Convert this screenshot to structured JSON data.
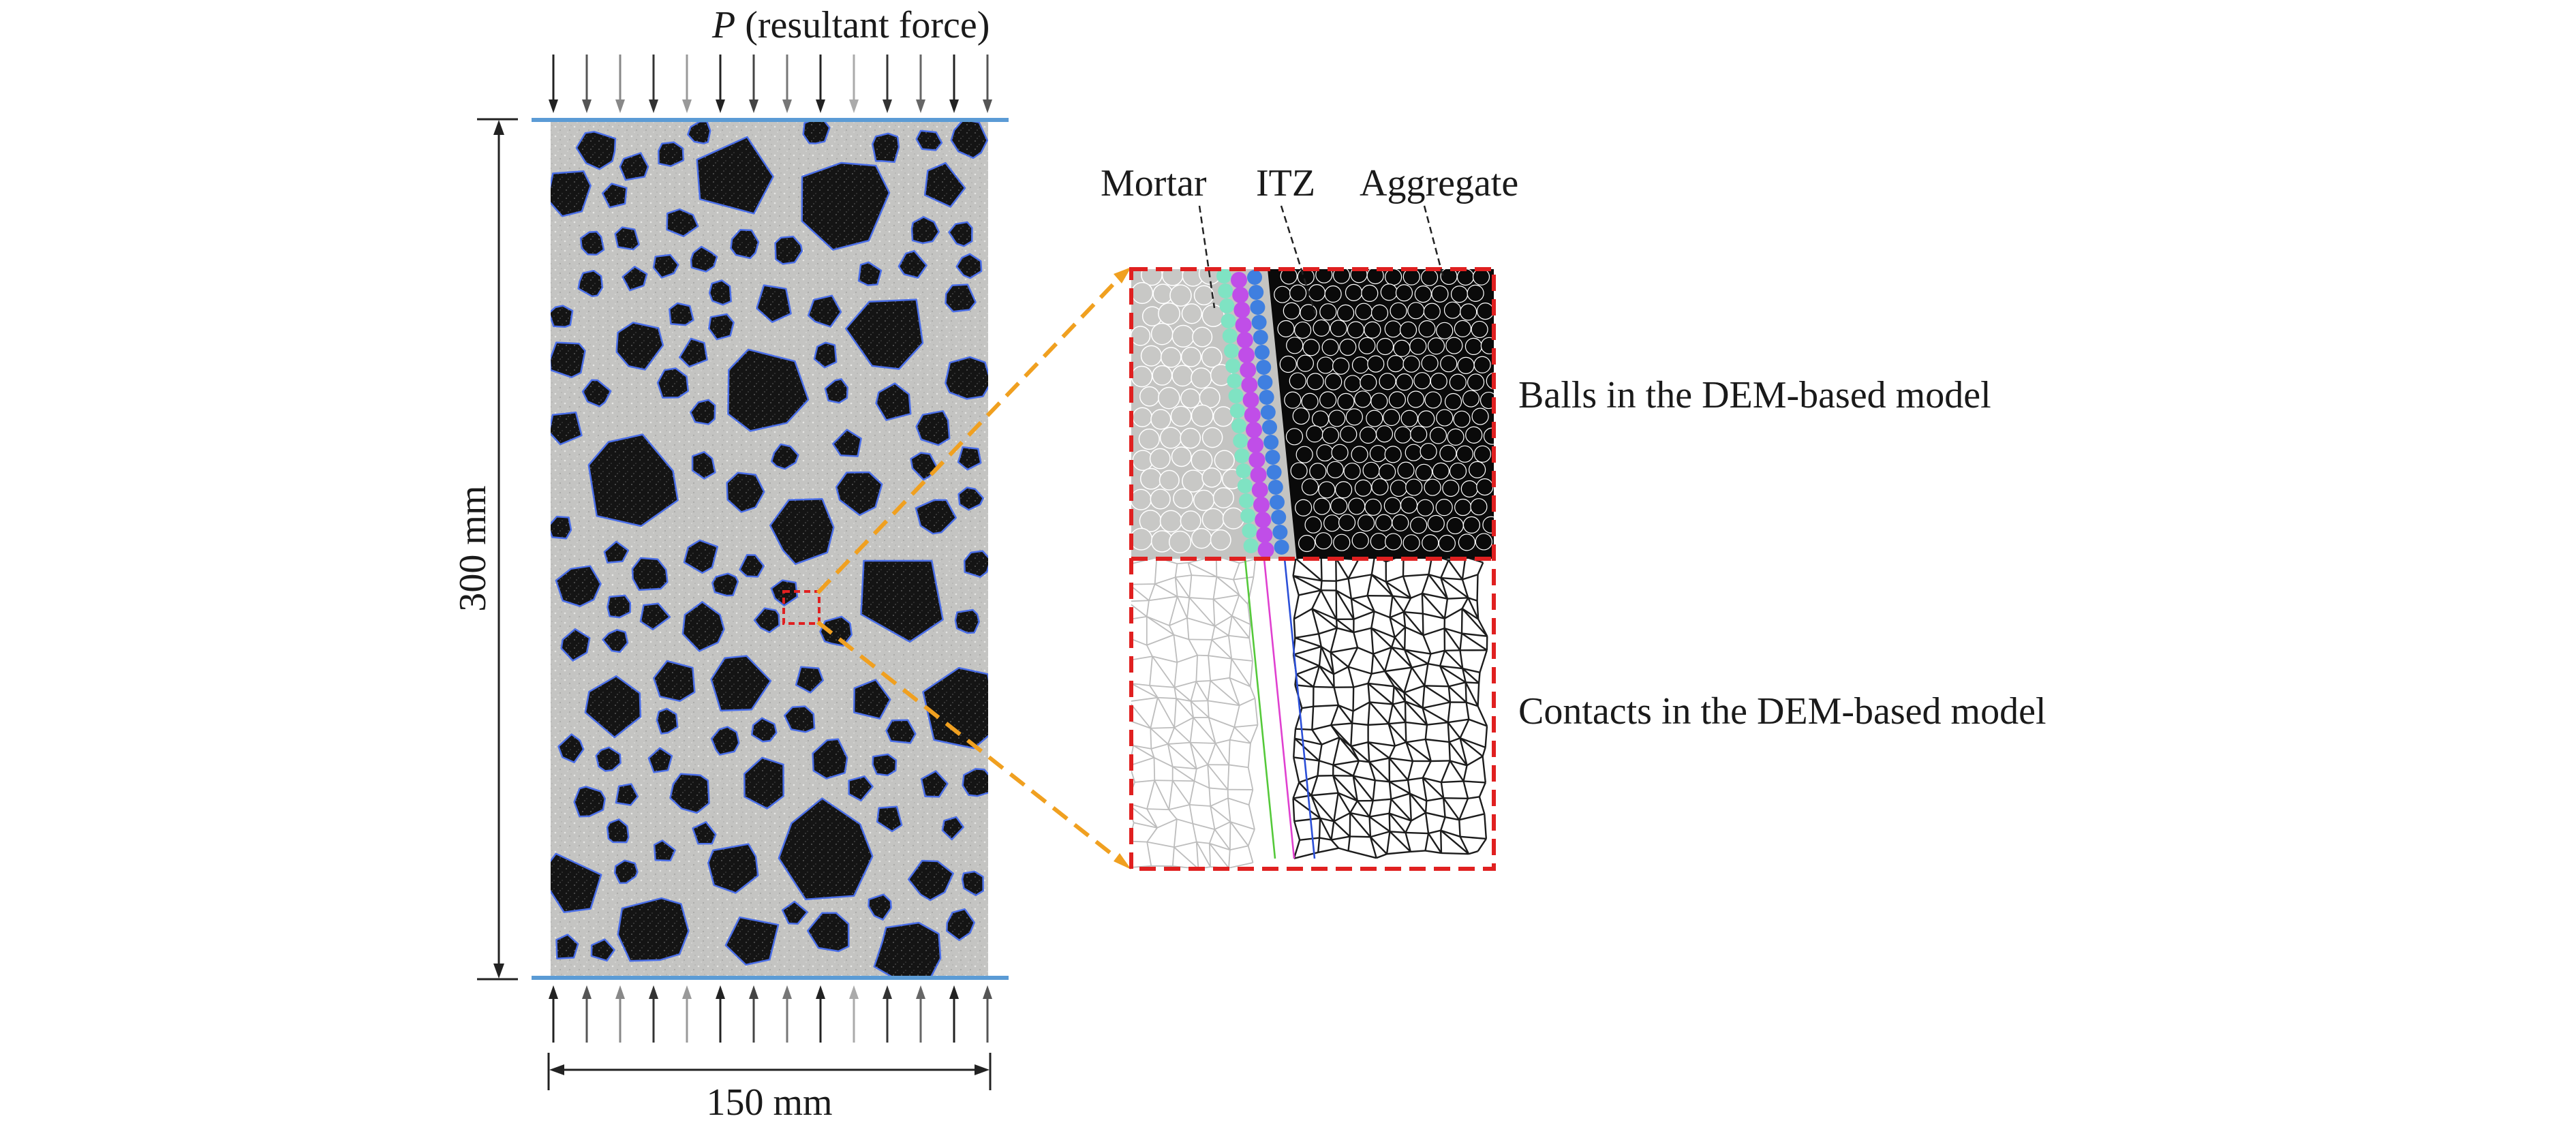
{
  "force": {
    "symbol": "P",
    "text": " (resultant force)"
  },
  "dimensions": {
    "height": "300 mm",
    "width": "150 mm"
  },
  "zoom_labels": {
    "mortar": "Mortar",
    "itz": "ITZ",
    "aggregate": "Aggregate"
  },
  "captions": {
    "balls": "Balls in the DEM-based model",
    "contacts": "Contacts in the DEM-based model"
  },
  "colors": {
    "mortar": "#c4c4c2",
    "aggregate": "#131313",
    "itz_boundary": "#4a6ee8",
    "loading_plate": "#5b9bd5",
    "itz_mortar_side": "#7fe3c3",
    "itz_middle": "#c04ee8",
    "itz_aggregate_side": "#3f7fe0",
    "zoom_frame": "#e02020",
    "zoom_connector": "#f0a020",
    "contact_mortar": "#bdbdbd",
    "contact_aggregate": "#1c1c1c",
    "contact_itz_green": "#55c93a",
    "contact_itz_magenta": "#e040d0",
    "contact_itz_blue": "#2b4fd8"
  }
}
